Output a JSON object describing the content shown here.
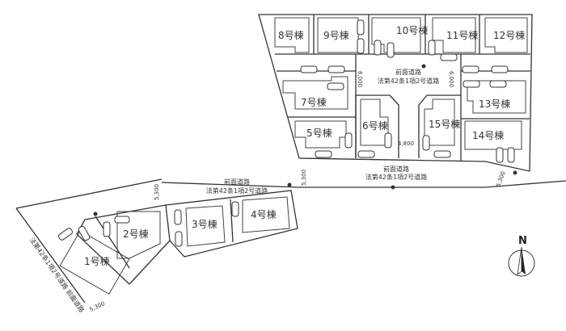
{
  "buildings": {
    "b1": "1号棟",
    "b2": "2号棟",
    "b3": "3号棟",
    "b4": "4号棟",
    "b5": "5号棟",
    "b6": "6号棟",
    "b7": "7号棟",
    "b8": "8号棟",
    "b9": "9号棟",
    "b10": "10号棟",
    "b11": "11号棟",
    "b12": "12号棟",
    "b13": "13号棟",
    "b14": "14号棟",
    "b15": "15号棟"
  },
  "roads": {
    "front_road": "前面道路",
    "road_type": "法第42条1項2号道路",
    "left_road": "法第42条1項2号道路 前面道路"
  },
  "dimensions": {
    "inner_road_width": "6,000",
    "inner_road_gap": "4,800",
    "main_road_width": "5,300"
  },
  "compass": {
    "north_label": "N"
  },
  "colors": {
    "line": "#333333",
    "background": "#ffffff"
  }
}
